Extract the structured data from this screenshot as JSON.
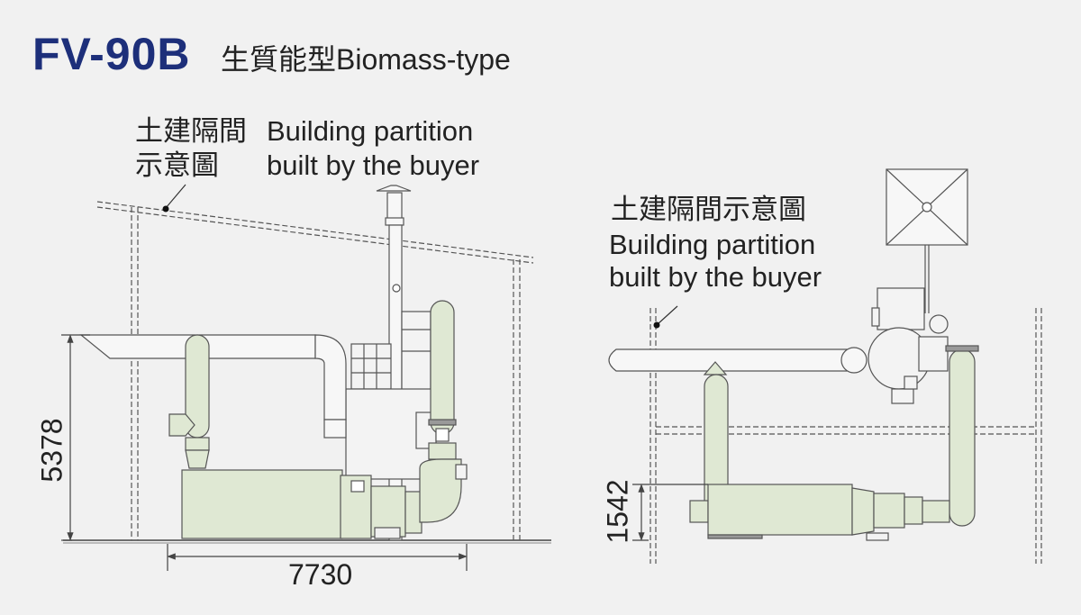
{
  "header": {
    "model": "FV-90B",
    "subtitle": "生質能型Biomass-type"
  },
  "left_view": {
    "partition_label_zh_line1": "土建隔間",
    "partition_label_zh_line2": "示意圖",
    "partition_label_en_line1": "Building partition",
    "partition_label_en_line2": "built by the buyer",
    "height_dimension": "5378",
    "width_dimension": "7730"
  },
  "right_view": {
    "partition_label_zh": "土建隔間示意圖",
    "partition_label_en_line1": "Building partition",
    "partition_label_en_line2": "built by the buyer",
    "height_dimension": "1542"
  },
  "colors": {
    "title": "#1d2f7a",
    "equipment_fill": "#dfe8d3",
    "duct_fill": "#f7f7f7",
    "line": "#555555"
  }
}
